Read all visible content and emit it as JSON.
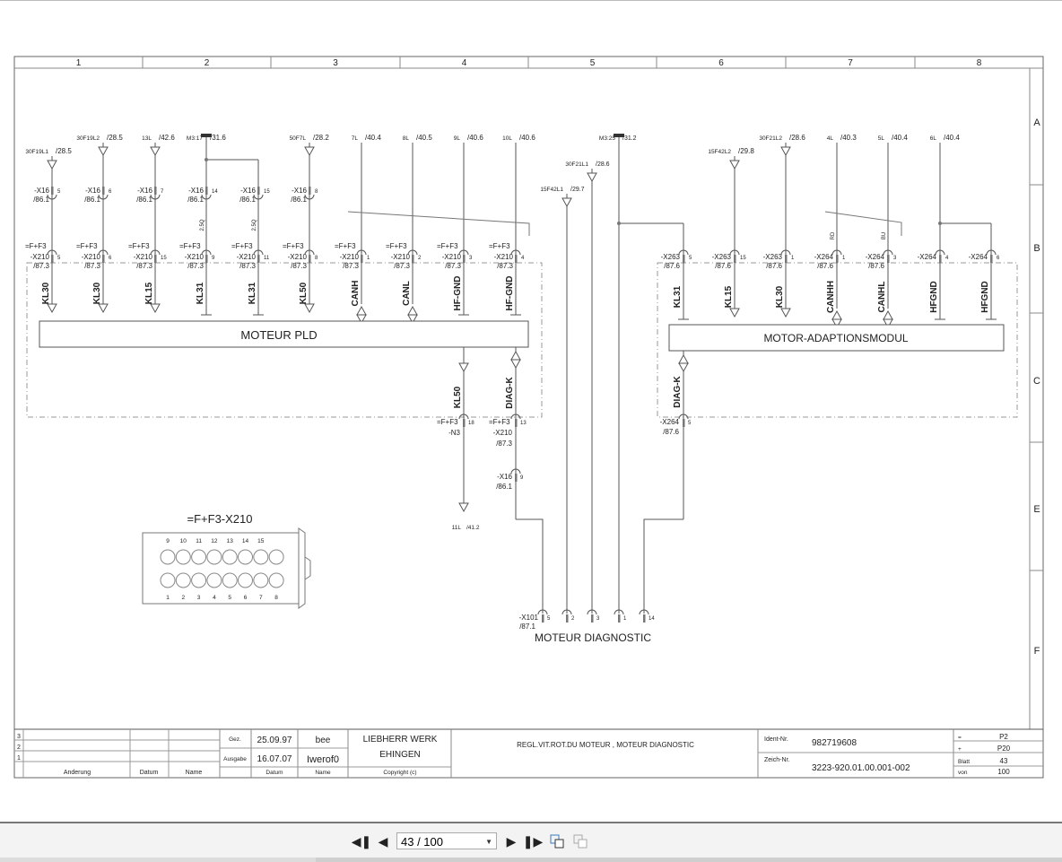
{
  "viewer": {
    "page_indicator": "43 / 100",
    "buttons": {
      "first": "first-page",
      "prev": "previous-page",
      "next": "next-page",
      "last": "last-page"
    }
  },
  "sheet": {
    "columns": [
      "1",
      "2",
      "3",
      "4",
      "5",
      "6",
      "7",
      "8"
    ],
    "rows": [
      "A",
      "B",
      "C",
      "E",
      "F"
    ],
    "left_block": {
      "module_label": "MOTEUR PLD",
      "circuits": [
        {
          "src": "30F19L1",
          "ref": "/28.5",
          "x16": "-X16",
          "x16_pin": "5",
          "x16_ref": "/86.1",
          "plug": "=F+F3",
          "conn": "-X210",
          "pin": "5",
          "conn_ref": "/87.3",
          "signal": "KL30",
          "term": "arrow"
        },
        {
          "src": "30F19L2",
          "ref": "/28.5",
          "x16": "-X16",
          "x16_pin": "6",
          "x16_ref": "/86.1",
          "plug": "=F+F3",
          "conn": "-X210",
          "pin": "6",
          "conn_ref": "/87.3",
          "signal": "KL30",
          "term": "arrow"
        },
        {
          "src": "13L",
          "ref": "/42.6",
          "x16": "-X16",
          "x16_pin": "7",
          "x16_ref": "/86.1",
          "plug": "=F+F3",
          "conn": "-X210",
          "pin": "15",
          "conn_ref": "/87.3",
          "signal": "KL15",
          "term": "arrow"
        },
        {
          "src": "M3:17",
          "ref": "/31.6",
          "x16": "-X16",
          "x16_pin": "14",
          "x16_ref": "/86.1",
          "plug": "=F+F3",
          "conn": "-X210",
          "pin": "9",
          "conn_ref": "/87.3",
          "signal": "KL31",
          "term": "flat",
          "wire": "2.5Q"
        },
        {
          "src": "",
          "ref": "",
          "x16": "-X16",
          "x16_pin": "15",
          "x16_ref": "/86.1",
          "plug": "=F+F3",
          "conn": "-X210",
          "pin": "11",
          "conn_ref": "/87.3",
          "signal": "KL31",
          "term": "flat",
          "wire": "2.5Q"
        },
        {
          "src": "50F7L",
          "ref": "/28.2",
          "x16": "-X16",
          "x16_pin": "8",
          "x16_ref": "/86.1",
          "plug": "=F+F3",
          "conn": "-X210",
          "pin": "8",
          "conn_ref": "/87.3",
          "signal": "KL50",
          "term": "arrow"
        },
        {
          "src": "7L",
          "ref": "/40.4",
          "plug": "=F+F3",
          "conn": "-X210",
          "pin": "1",
          "conn_ref": "/87.3",
          "signal": "CANH",
          "term": "double"
        },
        {
          "src": "8L",
          "ref": "/40.5",
          "plug": "=F+F3",
          "conn": "-X210",
          "pin": "2",
          "conn_ref": "/87.3",
          "signal": "CANL",
          "term": "double"
        },
        {
          "src": "9L",
          "ref": "/40.6",
          "plug": "=F+F3",
          "conn": "-X210",
          "pin": "3",
          "conn_ref": "/87.3",
          "signal": "HF-GND",
          "term": "flat"
        },
        {
          "src": "10L",
          "ref": "/40.6",
          "plug": "=F+F3",
          "conn": "-X210",
          "pin": "4",
          "conn_ref": "/87.3",
          "signal": "HF-GND",
          "term": "flat"
        }
      ],
      "outputs": [
        {
          "signal": "KL50",
          "plug": "=F+F3",
          "pin": "18",
          "conn": "-N3",
          "dest": "11L",
          "dest_ref": "/41.2"
        },
        {
          "signal": "DIAG-K",
          "plug": "=F+F3",
          "pin": "13",
          "conn": "-X210",
          "conn_ref": "/87.3",
          "x16": "-X16",
          "x16_pin": "9",
          "x16_ref": "/86.1"
        }
      ]
    },
    "middle_sources": [
      {
        "src": "15F42L1",
        "ref": "/29.7"
      },
      {
        "src": "30F21L1",
        "ref": "/28.6"
      },
      {
        "src": "M3:25",
        "ref": "/31.2"
      }
    ],
    "right_block": {
      "module_label": "MOTOR-ADAPTIONSMODUL",
      "circuits": [
        {
          "src": "",
          "ref": "",
          "conn": "-X263",
          "pin": "5",
          "conn_ref": "/87.6",
          "signal": "KL31",
          "term": "flat"
        },
        {
          "src": "15F42L2",
          "ref": "/29.8",
          "conn": "-X263",
          "pin": "15",
          "conn_ref": "/87.6",
          "signal": "KL15",
          "term": "arrow"
        },
        {
          "src": "30F21L2",
          "ref": "/28.6",
          "conn": "-X263",
          "pin": "1",
          "conn_ref": "/87.6",
          "signal": "KL30",
          "term": "arrow"
        },
        {
          "src": "4L",
          "ref": "/40.3",
          "conn": "-X264",
          "pin": "1",
          "conn_ref": "/87.6",
          "signal": "CANHH",
          "term": "double",
          "color": "RD"
        },
        {
          "src": "5L",
          "ref": "/40.4",
          "conn": "-X264",
          "pin": "3",
          "conn_ref": "/87.6",
          "signal": "CANHL",
          "term": "double",
          "color": "BU"
        },
        {
          "src": "6L",
          "ref": "/40.4",
          "conn": "-X264",
          "pin": "4",
          "conn_ref": "",
          "signal": "HFGND",
          "term": "flat"
        },
        {
          "src": "",
          "ref": "",
          "conn": "-X264",
          "pin": "6",
          "conn_ref": "",
          "signal": "HFGND",
          "term": "flat"
        }
      ],
      "diag": {
        "signal": "DIAG-K",
        "conn": "-X264",
        "pin": "5",
        "conn_ref": "/87.6"
      }
    },
    "diagnostic": {
      "label": "MOTEUR DIAGNOSTIC",
      "conn": "-X101",
      "conn_ref": "/87.1",
      "pins": [
        "5",
        "2",
        "3",
        "1",
        "14"
      ]
    },
    "connector_view": {
      "title": "=F+F3-X210",
      "top_pins": [
        "9",
        "10",
        "11",
        "12",
        "13",
        "14",
        "15"
      ],
      "bottom_pins": [
        "1",
        "2",
        "3",
        "4",
        "5",
        "6",
        "7",
        "8"
      ]
    },
    "title_block": {
      "rev_rows": [
        "3",
        "2",
        "1"
      ],
      "rev_headers": [
        "Anderung",
        "Datum",
        "Name"
      ],
      "gez_label": "Gez.",
      "gez_date": "25.09.97",
      "gez_name": "bee",
      "ausgabe_label": "Ausgabe",
      "ausgabe_date": "16.07.07",
      "ausgabe_name": "Iwerof0",
      "col_datum": "Datum",
      "col_name": "Name",
      "company_line1": "LIEBHERR WERK",
      "company_line2": "EHINGEN",
      "copyright": "Copyright (c)",
      "description": "REGL.VIT.ROT.DU MOTEUR , MOTEUR DIAGNOSTIC",
      "ident_label": "Ident-Nr.",
      "ident_value": "982719608",
      "zeich_label": "Zeich-Nr.",
      "zeich_value": "3223-920.01.00.001-002",
      "meta": [
        {
          "key": "=",
          "value": "P2"
        },
        {
          "key": "+",
          "value": "P20"
        },
        {
          "key": "Blatt",
          "value": "43"
        },
        {
          "key": "von",
          "value": "100"
        }
      ]
    }
  }
}
